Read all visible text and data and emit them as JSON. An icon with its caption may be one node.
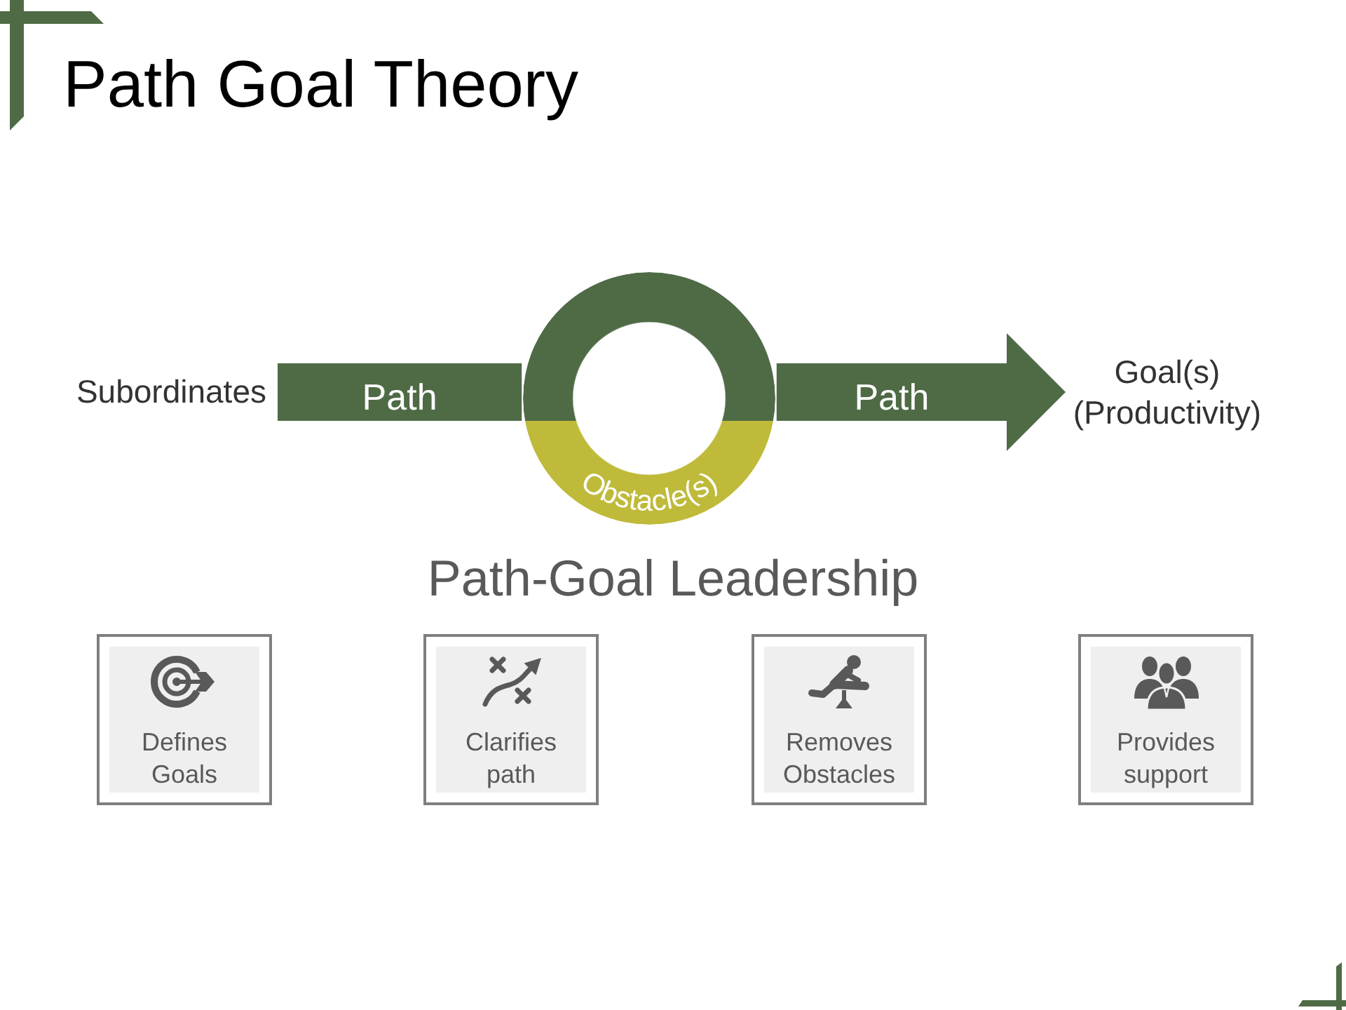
{
  "diagram": {
    "title": "Path Goal Theory",
    "nodes": [
      {
        "text": [
          "Subordinates"
        ]
      },
      {
        "text": [
          "Obstacle(s)"
        ]
      },
      {
        "text": [
          "Goal(s) (Productivity)"
        ]
      },
      {
        "text": [
          "Defines Goals"
        ]
      },
      {
        "text": [
          "Clarifies path"
        ]
      },
      {
        "text": [
          "Removes Obstacles"
        ]
      },
      {
        "text": [
          "Provides support"
        ]
      }
    ],
    "edges": [
      {
        "from": 0,
        "to": 1,
        "arrow": "none",
        "label": "Path"
      },
      {
        "from": 1,
        "to": 2,
        "arrow": "to",
        "label": "Path"
      }
    ],
    "labels": [
      "Path-Goal Leadership"
    ]
  }
}
